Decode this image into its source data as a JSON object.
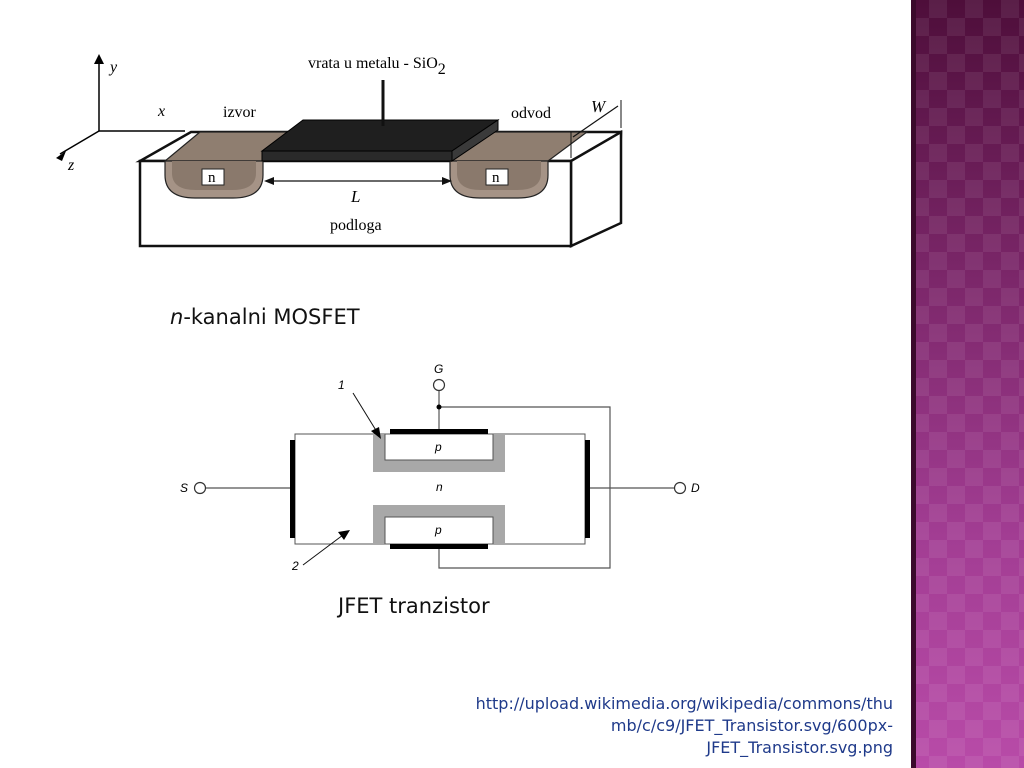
{
  "mosfet": {
    "gate_label": "vrata u metalu - SiO",
    "gate_subscript": "2",
    "source_label": "izvor",
    "drain_label": "odvod",
    "substrate_label": "podloga",
    "length_label": "L",
    "width_label": "W",
    "region_left": "n",
    "region_right": "n",
    "axis_x": "x",
    "axis_y": "y",
    "axis_z": "z",
    "caption_prefix": "n",
    "caption_rest": "-kanalni MOSFET"
  },
  "jfet": {
    "gate": "G",
    "source": "S",
    "drain": "D",
    "gate_region_top": "p",
    "gate_region_bottom": "p",
    "channel": "n",
    "marker_1": "1",
    "marker_2": "2",
    "caption": "JFET tranzistor"
  },
  "source_url": {
    "line1": "http://upload.wikimedia.org/wikipedia/commons/thu",
    "line2": "mb/c/c9/JFET_Transistor.svg/600px-",
    "line3": "JFET_Transistor.svg.png"
  },
  "colors": {
    "side_band": "#7a2668",
    "url": "#1f3a8a",
    "n_region": "#9a8b80",
    "metal": "#222222"
  }
}
